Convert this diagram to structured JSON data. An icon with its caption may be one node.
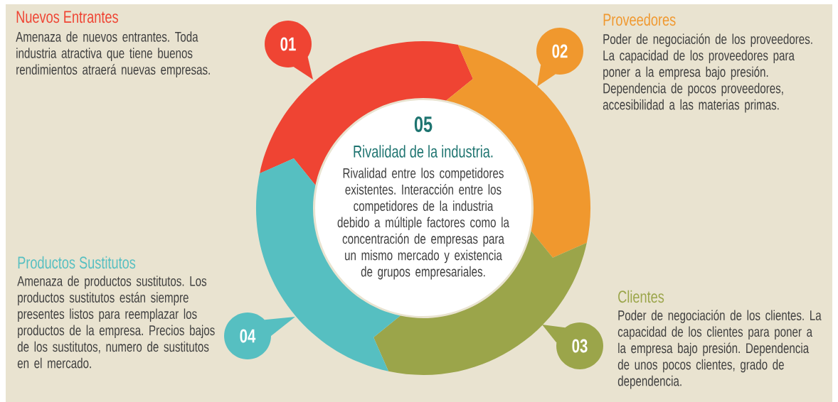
{
  "diagram": {
    "nodes": [
      {
        "text": [
          "01"
        ],
        "beside": [
          "Nuevos Entrantes",
          "Amenaza de nuevos entrantes. Toda industria atractiva que tiene buenos rendimientos atraerá nuevas empresas."
        ]
      },
      {
        "text": [
          "02"
        ],
        "beside": [
          "Proveedores",
          "Poder de negociación de los proveedores. La capacidad de los proveedores para poner a la empresa bajo presión. Dependencia de pocos proveedores, accesibilidad a las materias primas."
        ]
      },
      {
        "text": [
          "05",
          "Rivalidad de la industria.",
          "Rivalidad entre los competidores existentes. Interacción entre los competidores de la industria debido a múltiple factores como la concentración de empresas para un mismo mercado y existencia de grupos empresariales."
        ]
      },
      {
        "text": [
          "04"
        ],
        "beside": [
          "Productos Sustitutos",
          "Amenaza de productos sustitutos. Los productos sustitutos están siempre presentes listos para reemplazar los productos de la empresa. Precios bajos de los sustitutos, numero de sustitutos en el mercado."
        ]
      },
      {
        "text": [
          "03"
        ],
        "beside": [
          "Clientes",
          "Poder de negociación de los clientes. La capacidad de los clientes para poner a la empresa bajo presión. Dependencia de unos pocos clientes, grado de dependencia."
        ]
      }
    ]
  }
}
